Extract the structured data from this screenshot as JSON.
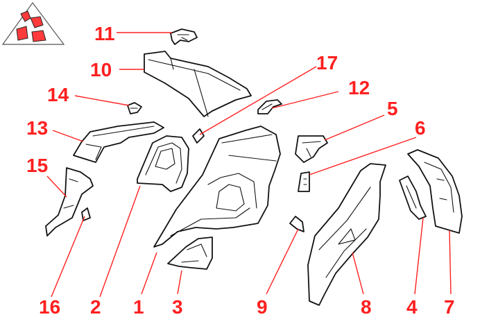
{
  "accent_color": "#ff1f1f",
  "logo": {
    "icon": "body-panels-logo-icon"
  },
  "callouts": [
    {
      "id": "c1",
      "label": "1"
    },
    {
      "id": "c2",
      "label": "2"
    },
    {
      "id": "c3",
      "label": "3"
    },
    {
      "id": "c4",
      "label": "4"
    },
    {
      "id": "c5",
      "label": "5"
    },
    {
      "id": "c6",
      "label": "6"
    },
    {
      "id": "c7",
      "label": "7"
    },
    {
      "id": "c8",
      "label": "8"
    },
    {
      "id": "c9",
      "label": "9"
    },
    {
      "id": "c10",
      "label": "10"
    },
    {
      "id": "c11",
      "label": "11"
    },
    {
      "id": "c12",
      "label": "12"
    },
    {
      "id": "c13",
      "label": "13"
    },
    {
      "id": "c14",
      "label": "14"
    },
    {
      "id": "c15",
      "label": "15"
    },
    {
      "id": "c16",
      "label": "16"
    },
    {
      "id": "c17",
      "label": "17"
    }
  ]
}
